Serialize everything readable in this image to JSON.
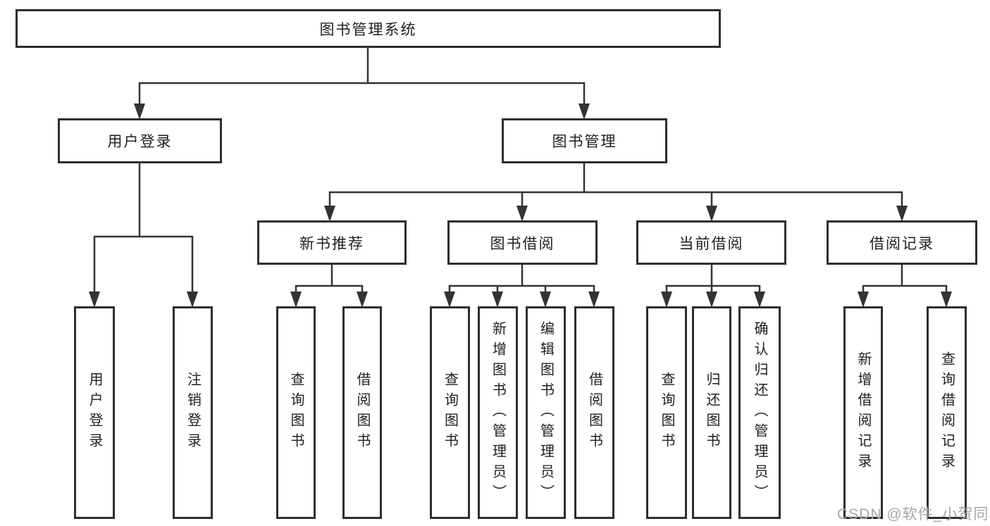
{
  "root": {
    "label": "图书管理系统"
  },
  "level2": [
    {
      "label": "用户登录"
    },
    {
      "label": "图书管理"
    }
  ],
  "level3": [
    {
      "label": "新书推荐"
    },
    {
      "label": "图书借阅"
    },
    {
      "label": "当前借阅"
    },
    {
      "label": "借阅记录"
    }
  ],
  "leaves": [
    {
      "label": "用户登录"
    },
    {
      "label": "注销登录"
    },
    {
      "label": "查询图书"
    },
    {
      "label": "借阅图书"
    },
    {
      "label": "查询图书"
    },
    {
      "label": "新增图书（管理员）"
    },
    {
      "label": "编辑图书（管理员）"
    },
    {
      "label": "借阅图书"
    },
    {
      "label": "查询图书"
    },
    {
      "label": "归还图书"
    },
    {
      "label": "确认归还（管理员）"
    },
    {
      "label": "新增借阅记录"
    },
    {
      "label": "查询借阅记录"
    }
  ],
  "watermark": "CSDN @软件_小贺同学",
  "colors": {
    "line": "#333333",
    "border": "#2e2e2e",
    "text": "#1f1f1f",
    "watermark": "#a6a6a6",
    "background": "#ffffff"
  }
}
